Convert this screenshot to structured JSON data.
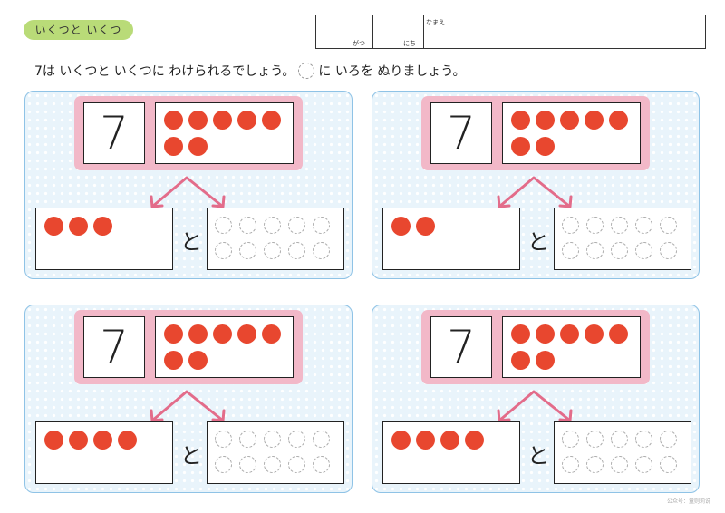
{
  "header": {
    "title": "いくつと いくつ",
    "name_box": {
      "month": "がつ",
      "day": "にち",
      "name": "なまえ"
    }
  },
  "instruction": {
    "before": "7は いくつと いくつに わけられるでしょう。",
    "after": "に いろを ぬりましょう。"
  },
  "colors": {
    "dot": "#e8472f",
    "panel_bg": "#e9f4fb",
    "pink": "#f2b8c8",
    "pill": "#b9db78",
    "arrow": "#e36c8a"
  },
  "problems": [
    {
      "number": "7",
      "total": 7,
      "given": 3,
      "connector": "と"
    },
    {
      "number": "7",
      "total": 7,
      "given": 2,
      "connector": "と"
    },
    {
      "number": "7",
      "total": 7,
      "given": 4,
      "connector": "と"
    },
    {
      "number": "7",
      "total": 7,
      "given": 4,
      "connector": "と"
    }
  ],
  "footer": "公众号：童则莉说"
}
